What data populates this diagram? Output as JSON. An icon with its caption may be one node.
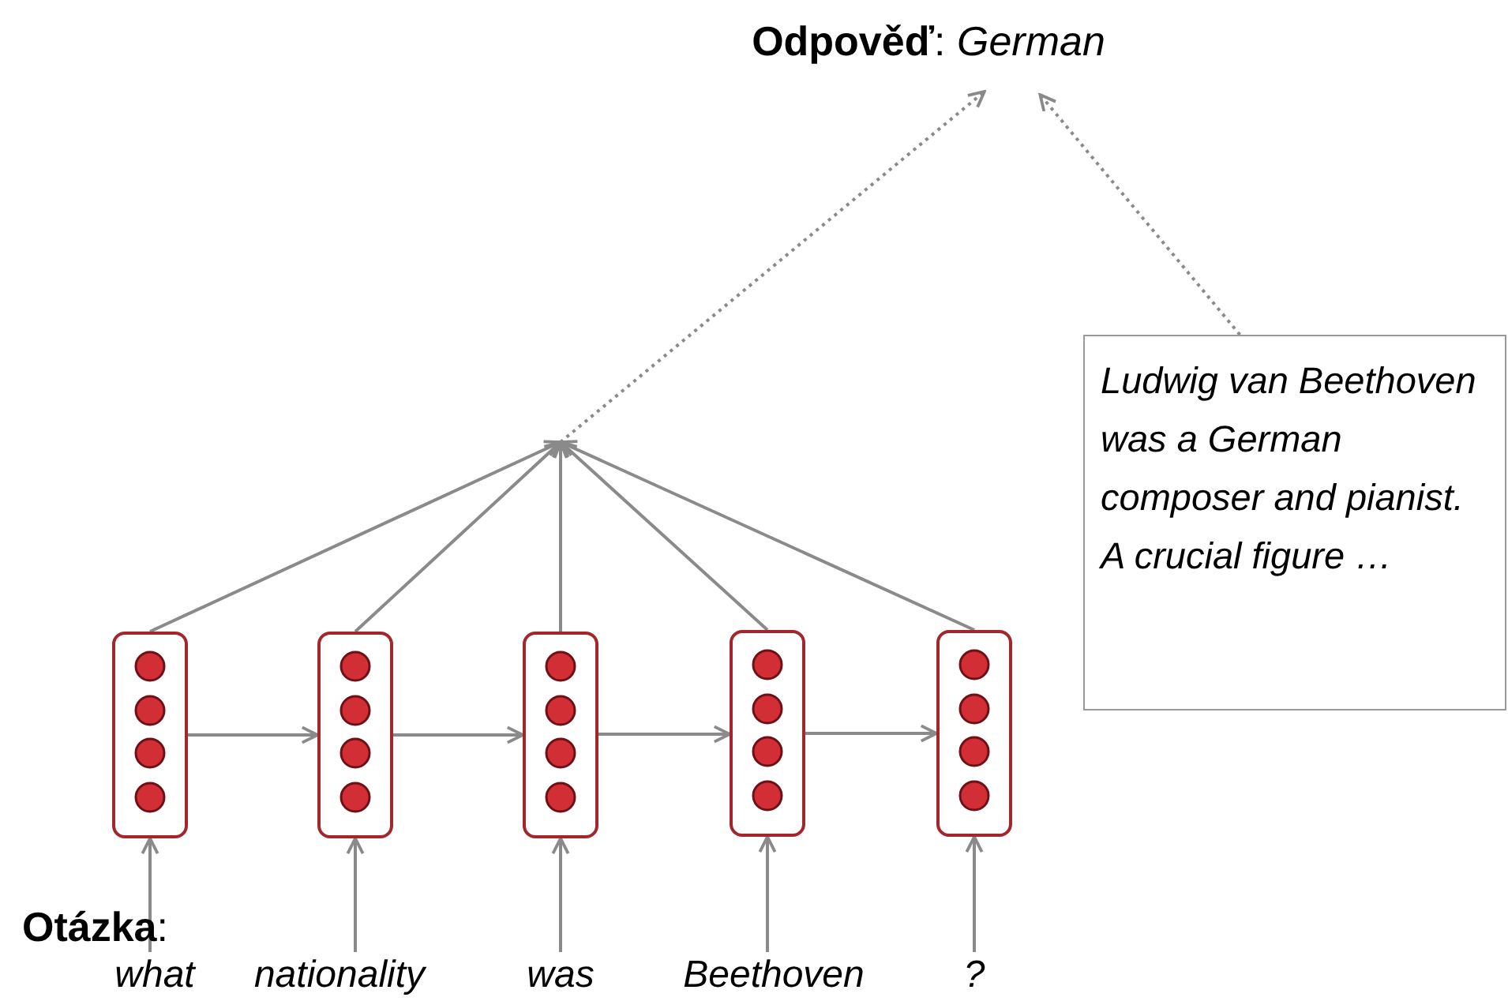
{
  "diagram": {
    "nodes": [
      {
        "text": [
          "**Odpověď**: *German*"
        ]
      },
      {
        "text": [
          "Ludwig van Beethoven was a German composer and pianist. A crucial figure …"
        ]
      },
      {
        "text": [],
        "shape": "box"
      },
      {
        "text": [],
        "shape": "box"
      },
      {
        "text": [],
        "shape": "box"
      },
      {
        "text": [],
        "shape": "box"
      },
      {
        "text": [],
        "shape": "box"
      },
      {
        "text": [
          "what"
        ]
      },
      {
        "text": [
          "nationality"
        ]
      },
      {
        "text": [
          "was"
        ]
      },
      {
        "text": [
          "Beethoven"
        ]
      },
      {
        "text": [
          "?"
        ]
      }
    ],
    "edges": [
      {
        "from": 7,
        "to": 2,
        "arrow": "to"
      },
      {
        "from": 8,
        "to": 3,
        "arrow": "to"
      },
      {
        "from": 9,
        "to": 4,
        "arrow": "to"
      },
      {
        "from": 10,
        "to": 5,
        "arrow": "to"
      },
      {
        "from": 11,
        "to": 6,
        "arrow": "to"
      },
      {
        "from": 2,
        "to": 3,
        "arrow": "to"
      },
      {
        "from": 3,
        "to": 4,
        "arrow": "to"
      },
      {
        "from": 4,
        "to": 5,
        "arrow": "to"
      },
      {
        "from": 5,
        "to": 6,
        "arrow": "to"
      },
      {
        "from": 2,
        "to": 0,
        "arrow": "to",
        "style": "dashed"
      },
      {
        "from": 3,
        "to": 0,
        "arrow": "to",
        "style": "dashed"
      },
      {
        "from": 4,
        "to": 0,
        "arrow": "to",
        "style": "dashed"
      },
      {
        "from": 5,
        "to": 0,
        "arrow": "to",
        "style": "dashed"
      },
      {
        "from": 6,
        "to": 0,
        "arrow": "to",
        "style": "dashed"
      },
      {
        "from": 1,
        "to": 0,
        "arrow": "to",
        "style": "dashed"
      }
    ],
    "labels": [
      "**Otázka**:"
    ]
  }
}
